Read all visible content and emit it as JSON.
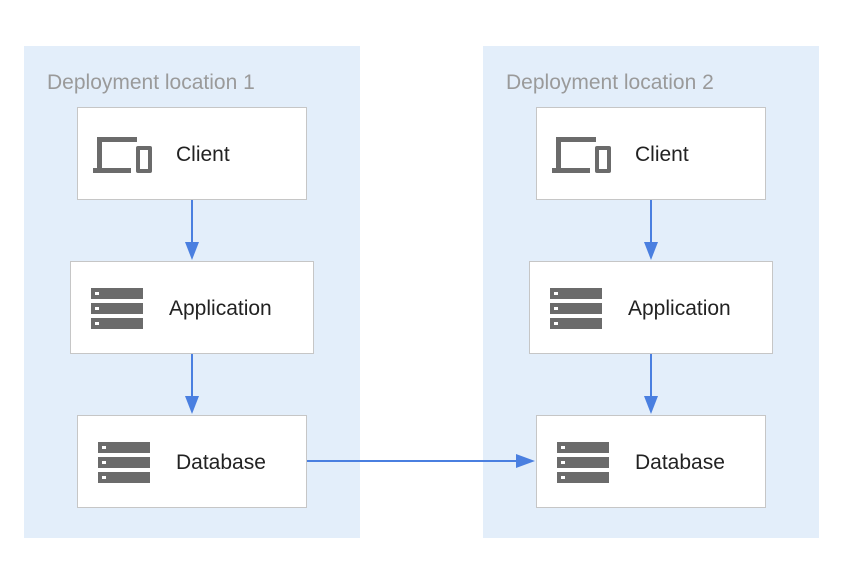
{
  "regions": [
    {
      "title": "Deployment location 1",
      "nodes": [
        {
          "label": "Client",
          "icon": "devices-icon"
        },
        {
          "label": "Application",
          "icon": "server-icon"
        },
        {
          "label": "Database",
          "icon": "server-icon"
        }
      ]
    },
    {
      "title": "Deployment location 2",
      "nodes": [
        {
          "label": "Client",
          "icon": "devices-icon"
        },
        {
          "label": "Application",
          "icon": "server-icon"
        },
        {
          "label": "Database",
          "icon": "server-icon"
        }
      ]
    }
  ],
  "colors": {
    "region_fill": "#e3eefa",
    "arrow": "#4a7fe0",
    "icon": "#6b6b6b",
    "title": "#9a9a9a"
  }
}
